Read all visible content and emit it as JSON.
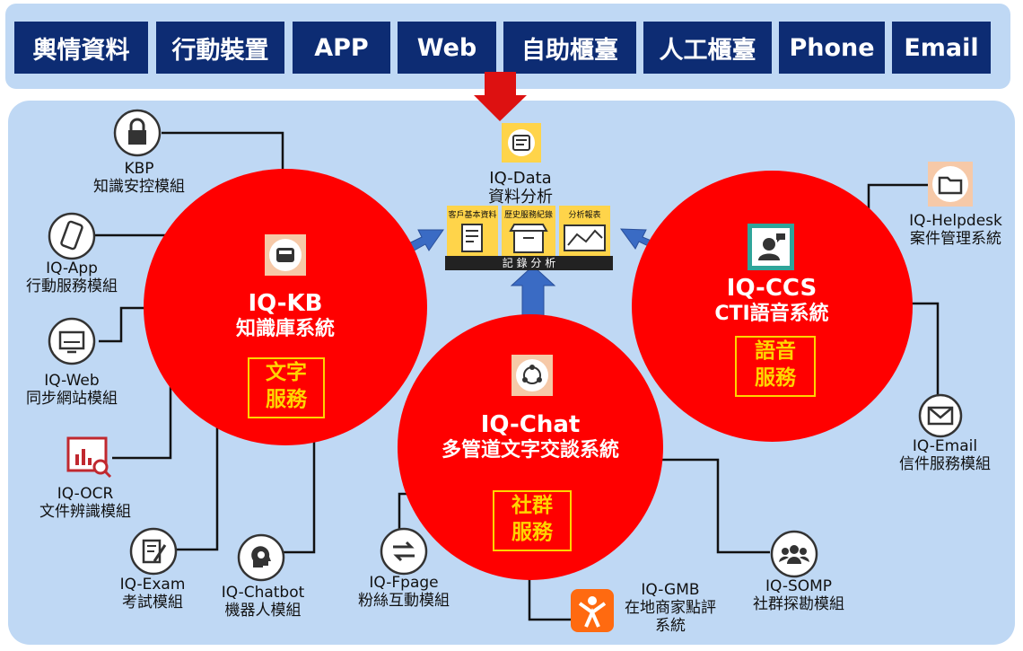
{
  "channels": [
    "輿情資料",
    "行動裝置",
    "APP",
    "Web",
    "自助櫃臺",
    "人工櫃臺",
    "Phone",
    "Email"
  ],
  "hub": {
    "name": "IQ-Data",
    "subtitle": "資料分析",
    "panels": [
      "客戶基本資料",
      "歷史服務紀錄",
      "分析報表"
    ],
    "bar_label": "記 錄 分 析"
  },
  "systems": {
    "kb": {
      "name": "IQ-KB",
      "subtitle": "知識庫系統",
      "badge": [
        "文字",
        "服務"
      ]
    },
    "ccs": {
      "name": "IQ-CCS",
      "subtitle": "CTI語音系統",
      "badge": [
        "語音",
        "服務"
      ]
    },
    "chat": {
      "name": "IQ-Chat",
      "subtitle": "多管道文字交談系統",
      "badge": [
        "社群",
        "服務"
      ]
    }
  },
  "modules": {
    "kbp": {
      "name": "KBP",
      "desc": "知識安控模組",
      "icon": "lock-icon"
    },
    "app": {
      "name": "IQ-App",
      "desc": "行動服務模組",
      "icon": "smartphone-icon"
    },
    "web": {
      "name": "IQ-Web",
      "desc": "同步網站模組",
      "icon": "monitor-icon"
    },
    "ocr": {
      "name": "IQ-OCR",
      "desc": "文件辨識模組",
      "icon": "chart-search-icon"
    },
    "exam": {
      "name": "IQ-Exam",
      "desc": "考試模組",
      "icon": "edit-document-icon"
    },
    "chatbot": {
      "name": "IQ-Chatbot",
      "desc": "機器人模組",
      "icon": "brain-icon"
    },
    "fpage": {
      "name": "IQ-Fpage",
      "desc": "粉絲互動模組",
      "icon": "swap-arrows-icon"
    },
    "gmb": {
      "name": "IQ-GMB",
      "desc": "在地商家點評",
      "desc2": "系統",
      "icon": "cheering-person-icon"
    },
    "somp": {
      "name": "IQ-SOMP",
      "desc": "社群探勘模組",
      "icon": "group-icon"
    },
    "helpdesk": {
      "name": "IQ-Helpdesk",
      "desc": "案件管理系統",
      "icon": "folder-icon"
    },
    "email": {
      "name": "IQ-Email",
      "desc": "信件服務模組",
      "icon": "envelope-icon"
    }
  },
  "colors": {
    "navy": "#0d2c73",
    "red": "#ff0000",
    "gold": "#ffd400",
    "arrow": "#3a6bc4",
    "panel": "#bfd8f4"
  }
}
